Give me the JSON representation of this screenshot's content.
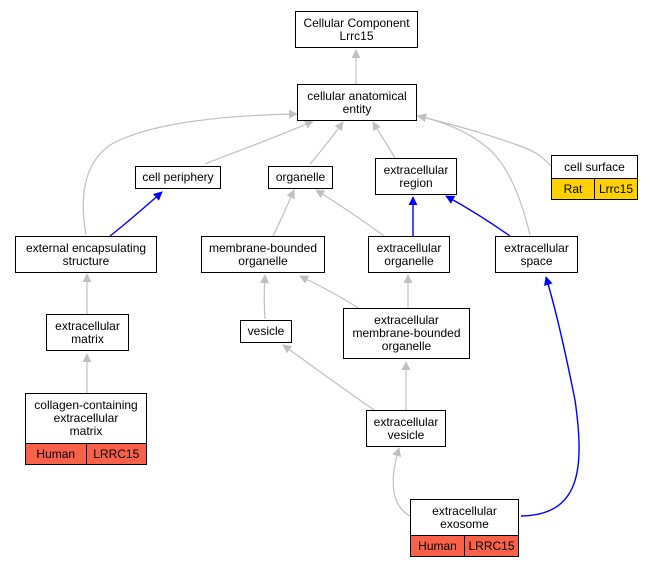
{
  "nodes": {
    "cellular_component": {
      "label": "Cellular Component\nLrrc15"
    },
    "cellular_anatomical_entity": {
      "label": "cellular anatomical\nentity"
    },
    "cell_periphery": {
      "label": "cell periphery"
    },
    "organelle": {
      "label": "organelle"
    },
    "extracellular_region": {
      "label": "extracellular\nregion"
    },
    "cell_surface": {
      "label": "cell surface",
      "tags": [
        "Rat",
        "Lrrc15"
      ]
    },
    "external_encapsulating_structure": {
      "label": "external encapsulating\nstructure"
    },
    "membrane_bounded_organelle": {
      "label": "membrane-bounded\norganelle"
    },
    "extracellular_organelle": {
      "label": "extracellular\norganelle"
    },
    "extracellular_space": {
      "label": "extracellular\nspace"
    },
    "extracellular_matrix": {
      "label": "extracellular\nmatrix"
    },
    "vesicle": {
      "label": "vesicle"
    },
    "extracellular_membrane_bounded_organelle": {
      "label": "extracellular\nmembrane-bounded\norganelle"
    },
    "collagen_containing_extracellular_matrix": {
      "label": "collagen-containing\nextracellular\nmatrix",
      "tags": [
        "Human",
        "LRRC15"
      ]
    },
    "extracellular_vesicle": {
      "label": "extracellular\nvesicle"
    },
    "extracellular_exosome": {
      "label": "extracellular\nexosome",
      "tags": [
        "Human",
        "LRRC15"
      ]
    }
  },
  "colors": {
    "edge_default": "#c0c0c0",
    "edge_highlight": "#0000ff",
    "tag_human": "#f96148",
    "tag_rat": "#ffd100"
  }
}
